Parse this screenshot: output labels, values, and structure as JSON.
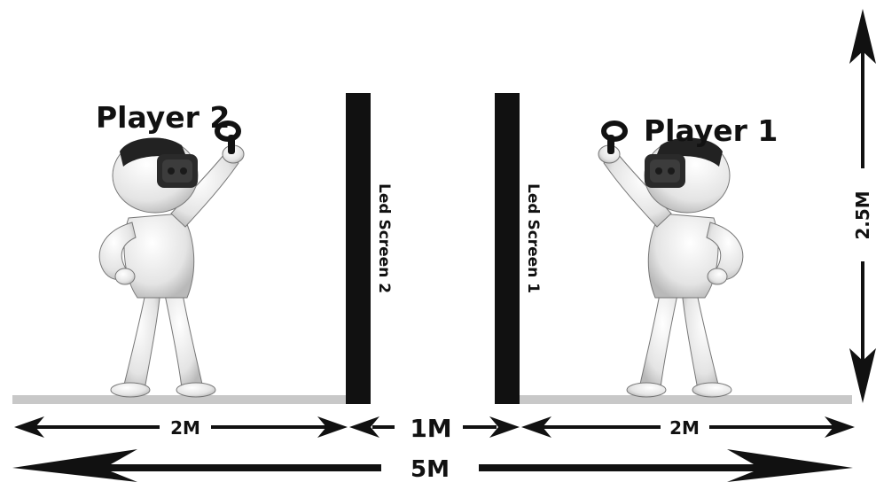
{
  "players": [
    {
      "label": "Player 2",
      "side": "left",
      "facing": "right"
    },
    {
      "label": "Player 1",
      "side": "right",
      "facing": "left"
    }
  ],
  "screens": [
    {
      "label": "Led Screen 2",
      "color": "#111111"
    },
    {
      "label": "Led Screen 1",
      "color": "#111111"
    }
  ],
  "dimensions": {
    "left_width": "2M",
    "gap": "1M",
    "right_width": "2M",
    "total_width": "5M",
    "height": "2.5M"
  },
  "colors": {
    "floor": "#c8c8c8",
    "ink": "#111111",
    "figure_body": "#eeeeee",
    "headset": "#2a2a2a"
  },
  "icons": [
    "vr-headset-icon",
    "vr-controller-icon"
  ]
}
